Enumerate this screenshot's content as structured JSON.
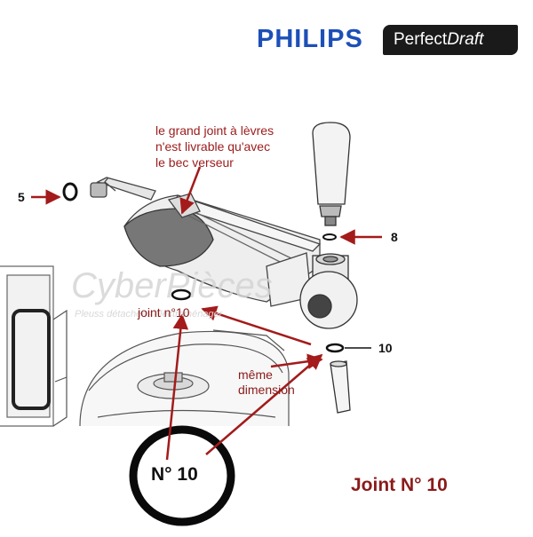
{
  "brand": {
    "name": "PHILIPS",
    "product_a": "Perfect",
    "product_b": "Draft"
  },
  "watermark": {
    "text": "CyberPièces",
    "sub": "Pleuss détachées électroménager"
  },
  "notes": {
    "lip_seal_line1": "le grand joint à lèvres",
    "lip_seal_line2": "n'est livrable qu'avec",
    "lip_seal_line3": "le bec verseur",
    "joint_label": "joint n°10",
    "same_line1": "même",
    "same_line2": "dimension"
  },
  "part_numbers": {
    "p5": "5",
    "p8": "8",
    "p10": "10"
  },
  "callout": {
    "ring_label": "N° 10",
    "title": "Joint N° 10"
  },
  "colors": {
    "arrow": "#a31b1b",
    "brand_blue": "#1c4fb8",
    "title_red": "#8b1a1a"
  }
}
